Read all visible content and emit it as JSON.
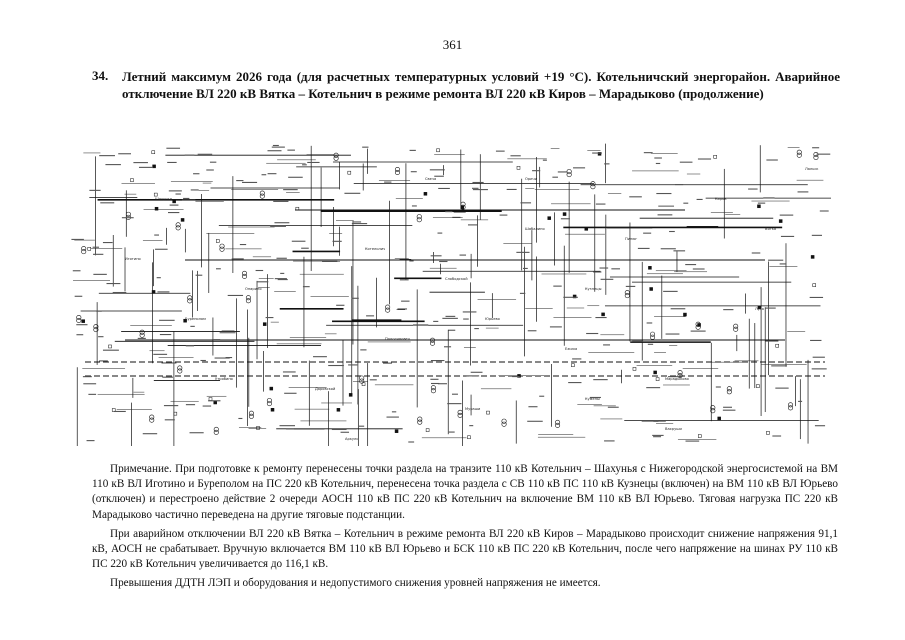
{
  "page_number": "361",
  "section": {
    "number": "34.",
    "title": "Летний максимум 2026 года (для расчетных температурных условий +19 °С). Котельничский энергорайон. Аварийное отключение ВЛ 220 кВ Вятка – Котельнич в режиме ремонта ВЛ 220 кВ Киров – Марадыково (продолжение)"
  },
  "notes": [
    "Примечание. При подготовке к ремонту перенесены точки раздела на транзите 110 кВ Котельнич – Шахунья с Нижегородской энергосистемой на ВМ 110 кВ ВЛ Иготино и Буреполом на ПС 220 кВ Котельнич, перенесена точка раздела с СВ 110 кВ ПС 110 кВ Кузнецы (включен) на ВМ 110 кВ ВЛ Юрьево (отключен) и перестроено действие 2 очереди АОСН 110 кВ ПС 220 кВ Котельнич на включение ВМ 110 кВ ВЛ Юрьево. Тяговая нагрузка ПС 220 кВ Марадыково частично переведена на другие тяговые подстанции.",
    "При аварийном отключении ВЛ 220 кВ Вятка – Котельнич в режиме ремонта ВЛ 220 кВ Киров – Марадыково происходит снижение напряжения 91,1 кВ, АОСН не срабатывает. Вручную включается ВМ 110 кВ ВЛ Юрьево и БСК 110 кВ ПС 220 кВ Котельнич, после чего напряжение на шинах РУ 110 кВ ПС 220 кВ Котельнич увеличивается до 116,1 кВ.",
    "Превышения ДДТН ЛЭП и оборудования и недопустимого снижения уровней напряжения не имеется."
  ],
  "diagram": {
    "labels": [
      "Котельнич",
      "Юрьево",
      "Кузнецы",
      "Марадыково",
      "Вятка",
      "Киров",
      "Шахунья",
      "Буреполом",
      "Иготино",
      "Свеча",
      "Шабалино",
      "Даровской",
      "Пинюг",
      "Опарино",
      "Мураши",
      "Подосиновец",
      "Луза",
      "Лальск",
      "Ежиха",
      "Утробино",
      "Аркуль",
      "Вахруши",
      "Слободской",
      "Кумены",
      "Оричи"
    ]
  }
}
